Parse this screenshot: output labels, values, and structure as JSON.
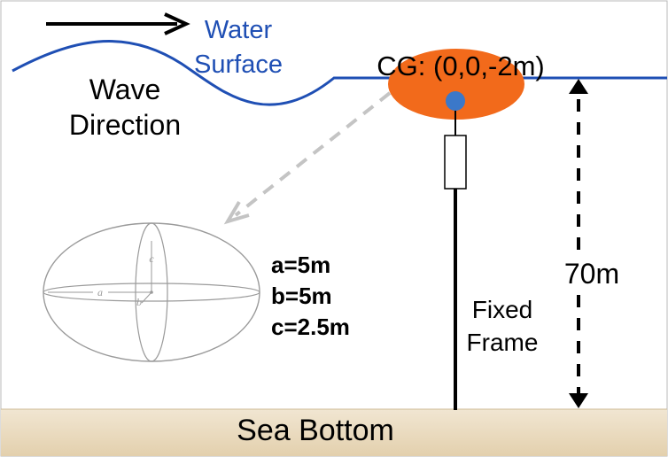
{
  "labels": {
    "water_surface_line1": "Water",
    "water_surface_line2": "Surface",
    "wave_direction_line1": "Wave",
    "wave_direction_line2": "Direction",
    "cg": "CG: (0,0,-2m)",
    "depth": "70m",
    "fixed_frame_line1": "Fixed",
    "fixed_frame_line2": "Frame",
    "sea_bottom": "Sea Bottom",
    "dim_a": "a=5m",
    "dim_b": "b=5m",
    "dim_c": "c=2.5m",
    "axis_a": "a",
    "axis_b": "b",
    "axis_c": "c"
  },
  "colors": {
    "water": "#1f4fb4",
    "buoy": "#f26a1b",
    "cg_dot": "#3b78c9",
    "sea_bottom_top": "#f1e6d2",
    "sea_bottom_bottom": "#e3d0ad",
    "ellipsoid": "#9a9a9a",
    "dashed_arrow": "#c4c4c4",
    "text": "#000000"
  }
}
